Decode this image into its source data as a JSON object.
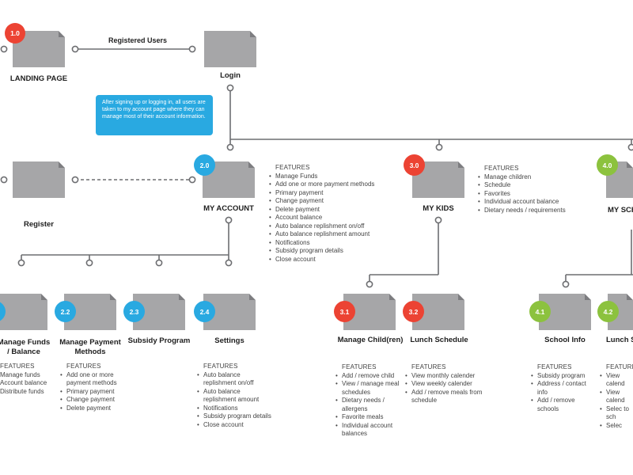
{
  "colors": {
    "red": "#ec4333",
    "blue": "#29a9e1",
    "green": "#8cc23e",
    "page": "#a6a6a8",
    "line": "#6d6e71",
    "note": "#29a9e1"
  },
  "edges": {
    "registered_users": "Registered Users"
  },
  "note": {
    "text": "After signing up or logging in, all users are taken to my account page where they can manage most of their account information."
  },
  "nodes": {
    "landing": {
      "badge": "1.0",
      "label": "LANDING PAGE"
    },
    "login": {
      "label": "Login"
    },
    "register": {
      "label": "Register"
    },
    "my_account": {
      "badge": "2.0",
      "label": "MY ACCOUNT"
    },
    "my_kids": {
      "badge": "3.0",
      "label": "MY KIDS"
    },
    "my_school": {
      "badge": "4.0",
      "label": "MY SCH"
    },
    "n2_1": {
      "label_l1": "Manage Funds",
      "label_l2": "/ Balance"
    },
    "n2_2": {
      "badge": "2.2",
      "label_l1": "Manage Payment",
      "label_l2": "Methods"
    },
    "n2_3": {
      "badge": "2.3",
      "label": "Subsidy Program"
    },
    "n2_4": {
      "badge": "2.4",
      "label": "Settings"
    },
    "n3_1": {
      "badge": "3.1",
      "label": "Manage Child(ren)"
    },
    "n3_2": {
      "badge": "3.2",
      "label": "Lunch Schedule"
    },
    "n4_1": {
      "badge": "4.1",
      "label": "School Info"
    },
    "n4_2": {
      "badge": "4.2",
      "label": "Lunch S"
    }
  },
  "features": {
    "heading": "FEATURES",
    "my_account": [
      "Manage Funds",
      "Add one or more payment methods",
      "Primary payment",
      "Change payment",
      "Delete payment",
      "Account balance",
      "Auto balance replishment on/off",
      "Auto balance replishment amount",
      "Notifications",
      "Subsidy program details",
      "Close account"
    ],
    "my_kids": [
      "Manage children",
      "Schedule",
      "Favorites",
      "Individual account balance",
      "Dietary needs / requirements"
    ],
    "n2_1": [
      "Manage funds",
      "Account balance",
      "Distribute funds"
    ],
    "n2_2": [
      "Add one or more payment methods",
      "Primary payment",
      "Change payment",
      "Delete payment"
    ],
    "n2_4": [
      "Auto balance replishment on/off",
      "Auto balance replishment amount",
      "Notifications",
      "Subsidy program details",
      "Close account"
    ],
    "n3_1": [
      "Add / remove child",
      "View / manage meal schedules",
      "Dietary needs / allergens",
      "Favorite meals",
      "Individual account balances"
    ],
    "n3_2": [
      "View monthly calender",
      "View weekly calender",
      "Add / remove meals from schedule"
    ],
    "n4_1": [
      "Subsidy program",
      "Address / contact info",
      "Add / remove schools"
    ],
    "n4_2": [
      "View calend",
      "View calend",
      "Selec to sch",
      "Selec"
    ]
  }
}
